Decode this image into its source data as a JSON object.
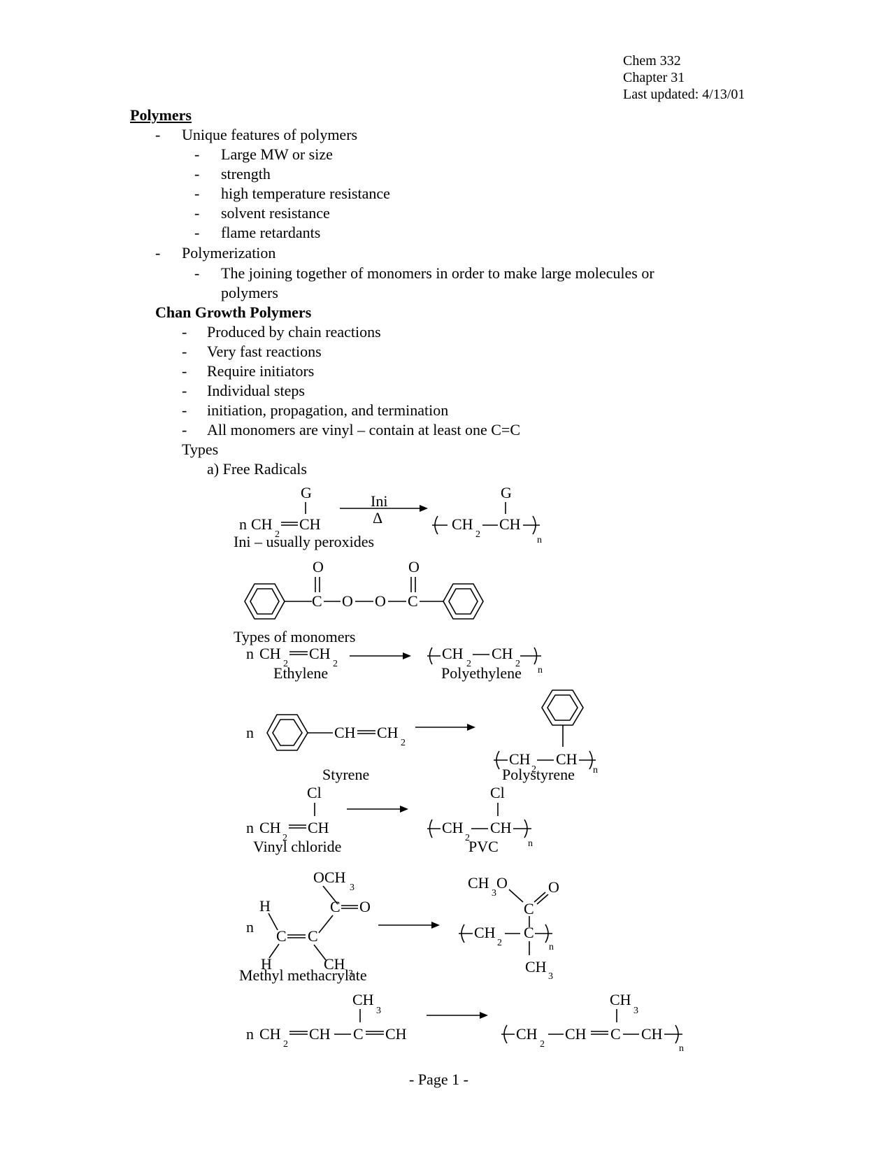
{
  "header": {
    "course": "Chem 332",
    "chapter": "Chapter 31",
    "updated": "Last updated: 4/13/01"
  },
  "title": "Polymers",
  "unique": {
    "label": "Unique features of polymers",
    "items": [
      "Large MW or size",
      "strength",
      "high temperature resistance",
      "solvent resistance",
      "flame retardants"
    ]
  },
  "polymerization": {
    "label": "Polymerization",
    "def_line1": "The joining together of monomers in order to make large molecules or",
    "def_line2": "polymers"
  },
  "chain": {
    "heading": "Chan Growth Polymers",
    "items": [
      "Produced by chain reactions",
      "Very fast reactions",
      "Require initiators",
      "Individual steps",
      "initiation, propagation, and termination",
      "All monomers are vinyl – contain at least one C=C"
    ]
  },
  "types_label": "Types",
  "free_radicals": "a)  Free Radicals",
  "dash": "-",
  "scheme1": {
    "ini": "Ini",
    "delta": "Δ",
    "g": "G",
    "n": "n",
    "ch2": "CH",
    "ch": "CH",
    "two": "2",
    "sub_n": "n"
  },
  "ini_note": "Ini – usually peroxides",
  "peroxide": {
    "o": "O",
    "c": "C"
  },
  "types_of_monomers": "Types of monomers",
  "ethylene": {
    "lhs_n": "n",
    "name": "Ethylene",
    "product": "Polyethylene"
  },
  "styrene": {
    "n": "n",
    "name": "Styrene",
    "product": "Polystyrene"
  },
  "vinyl_chloride": {
    "cl": "Cl",
    "name": "Vinyl chloride",
    "product": "PVC"
  },
  "mma": {
    "och": "OCH",
    "three": "3",
    "c_o": "C",
    "o": "O",
    "h": "H",
    "ch3": "CH",
    "name": "Methyl methacrylate",
    "ch3o": "CH",
    "o2": "O"
  },
  "isoprene": {
    "ch3": "CH",
    "three": "3"
  },
  "footer": "- Page 1 -"
}
